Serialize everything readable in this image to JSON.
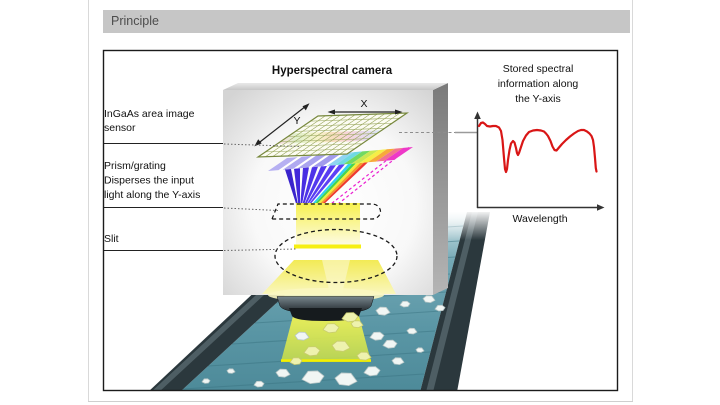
{
  "header": {
    "title": "Principle"
  },
  "diagram": {
    "title": "Hyperspectral camera",
    "sensor_label": {
      "line1": "InGaAs area image",
      "line2": "sensor"
    },
    "prism_label": {
      "line1": "Prism/grating",
      "line2": "Disperses the input",
      "line3": "light along the Y-axis"
    },
    "slit_label": "Slit",
    "x_axis_label": "X",
    "y_axis_label": "Y"
  },
  "spectral_panel": {
    "caption": {
      "line1": "Stored spectral",
      "line2": "information along",
      "line3": "the Y-axis"
    },
    "x_axis_label": "Wavelength",
    "curve_color": "#d91616",
    "curve_points": [
      [
        479,
        126
      ],
      [
        481,
        123
      ],
      [
        483,
        122.5
      ],
      [
        485,
        124
      ],
      [
        487,
        126
      ],
      [
        490,
        126.5
      ],
      [
        493,
        126
      ],
      [
        496,
        126
      ],
      [
        499,
        127.5
      ],
      [
        501,
        131
      ],
      [
        502.5,
        140
      ],
      [
        504,
        158
      ],
      [
        505,
        169
      ],
      [
        506,
        172
      ],
      [
        507,
        169
      ],
      [
        508,
        160
      ],
      [
        509.5,
        150
      ],
      [
        511,
        143.5
      ],
      [
        513,
        141
      ],
      [
        514.5,
        142.5
      ],
      [
        516,
        148
      ],
      [
        517,
        153
      ],
      [
        518,
        155
      ],
      [
        519,
        153
      ],
      [
        521,
        147
      ],
      [
        523,
        141
      ],
      [
        526,
        135.5
      ],
      [
        529,
        132
      ],
      [
        533,
        130.5
      ],
      [
        537,
        130
      ],
      [
        541,
        130.5
      ],
      [
        544,
        131.5
      ],
      [
        546,
        133.5
      ],
      [
        548,
        136
      ],
      [
        550.5,
        141
      ],
      [
        552.5,
        146.5
      ],
      [
        554.5,
        150
      ],
      [
        556.5,
        150.5
      ],
      [
        559,
        147.5
      ],
      [
        562,
        144
      ],
      [
        566,
        140
      ],
      [
        570,
        136.5
      ],
      [
        574,
        133.5
      ],
      [
        578,
        131
      ],
      [
        581,
        130
      ],
      [
        584,
        130
      ],
      [
        587,
        131.5
      ],
      [
        589.5,
        133.5
      ],
      [
        591.5,
        136
      ],
      [
        593,
        140
      ],
      [
        594,
        147
      ],
      [
        595,
        158
      ],
      [
        595.8,
        168
      ],
      [
        596.5,
        171.5
      ]
    ]
  },
  "colors": {
    "header_bar": "#c6c6c6",
    "belt_teal": "#5a96a5",
    "beam_yellow": "#f0ee4e",
    "curve_red": "#d91616"
  }
}
